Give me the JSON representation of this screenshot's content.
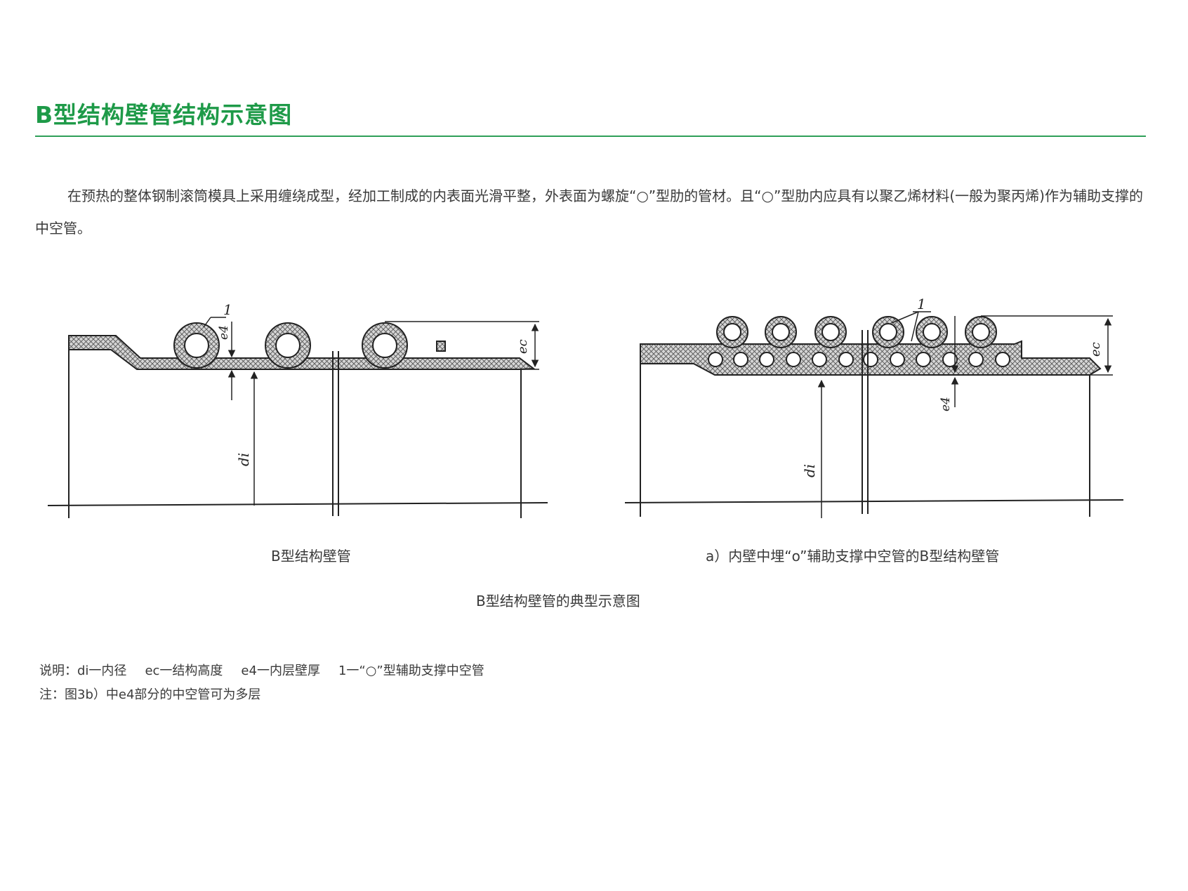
{
  "page": {
    "title": "B型结构壁管结构示意图",
    "intro": "在预热的整体钢制滚筒模具上采用缠绕成型，经加工制成的内表面光滑平整，外表面为螺旋“○”型肋的管材。且“○”型肋内应具有以聚乙烯材料(一般为聚丙烯)作为辅助支撑的中空管。"
  },
  "figure": {
    "left": {
      "caption": "B型结构壁管",
      "labels": {
        "callout": "1",
        "e4": "e4",
        "ec": "ec",
        "di": "di"
      }
    },
    "right": {
      "caption": "a）内壁中埋“o”辅助支撑中空管的B型结构壁管",
      "labels": {
        "callout": "1",
        "e4": "e4",
        "ec": "ec",
        "di": "di"
      }
    },
    "main_caption": "B型结构壁管的典型示意图"
  },
  "notes": {
    "legend_prefix": "说明：",
    "legend_items": [
      "di一内径",
      "ec一结构高度",
      "e4一内层壁厚",
      "1一“○”型辅助支撑中空管"
    ],
    "note": "注：图3b）中e4部分的中空管可为多层"
  },
  "colors": {
    "title": "#1e9a48",
    "rule": "#2ea058",
    "text": "#3a3a3a",
    "line": "#222222"
  }
}
